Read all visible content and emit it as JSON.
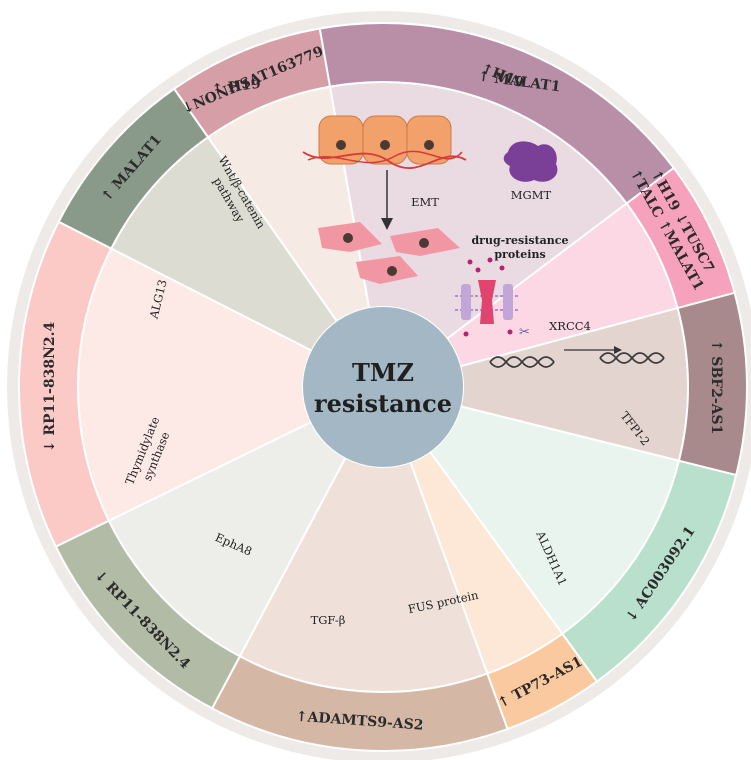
{
  "center": {
    "line1": "TMZ",
    "line2": "resistance"
  },
  "sectors": [
    {
      "id": "emt",
      "outer": [
        "↑ H19",
        "↑ MALAT1"
      ],
      "inner": "EMT",
      "outer_color": "#d1b89c",
      "inner_color": "#ecdccd"
    },
    {
      "id": "mgmt",
      "outer": [
        "↑H19 ↓TUSC7",
        "↑TALC ↑MALAT1"
      ],
      "inner": [
        "MGMT",
        "drug-resistance",
        "proteins"
      ],
      "outer_color": "#f6a2bc",
      "inner_color": "#fbd8e3"
    },
    {
      "id": "xrcc4",
      "outer": [
        "↑ SBF2-AS1"
      ],
      "inner": "XRCC4",
      "outer_color": "#a88a8c",
      "inner_color": "#e3d4d0"
    },
    {
      "id": "tfpi2",
      "outer": [
        "↓ AC003092.1"
      ],
      "inner": "TFPI-2",
      "outer_color": "#b9e0cd",
      "inner_color": "#eaf4ef"
    },
    {
      "id": "aldh1a1",
      "outer": [
        "↑ TP73-AS1"
      ],
      "inner": "ALDH1A1",
      "outer_color": "#fbc9a0",
      "inner_color": "#fde8d8"
    },
    {
      "id": "fus",
      "outer": [
        "↑ADAMTS9-AS2"
      ],
      "inner": "FUS protein",
      "outer_color": "#d4b8a5",
      "inner_color": "#efe1d9"
    },
    {
      "id": "tgfb",
      "outer": [
        "↓ RP11-838N2.4"
      ],
      "inner": "TGF-β",
      "outer_color": "#b2bba5",
      "inner_color": "#edeee9"
    },
    {
      "id": "epha8",
      "outer": [
        "↓ RP11-838N2.4"
      ],
      "inner": "EphA8",
      "outer_color": "#fccac6",
      "inner_color": "#fdeae7"
    },
    {
      "id": "ts",
      "outer": [
        "↑ MALAT1"
      ],
      "inner": [
        "Thymidylate",
        "synthase"
      ],
      "outer_color": "#8a9a8a",
      "inner_color": "#dcdcd3"
    },
    {
      "id": "alg13",
      "outer": [
        "↓NONHSAT163779"
      ],
      "inner": "ALG13",
      "outer_color": "#d69ea6",
      "inner_color": "#f6ebe4"
    },
    {
      "id": "wnt",
      "outer": [
        "↑H19"
      ],
      "inner": [
        "Wnt/β-catenin",
        "pathway"
      ],
      "outer_color": "#b98ea7",
      "inner_color": "#eadbe3"
    }
  ],
  "colors": {
    "center": "#a3b8c4",
    "background": "#eeeae8",
    "cell": "#f2a16a",
    "fiber": "#d83a3a",
    "mesenchymal": "#f197a4",
    "mgmt": "#7a3f96",
    "membrane_protein": "#e0446f"
  }
}
